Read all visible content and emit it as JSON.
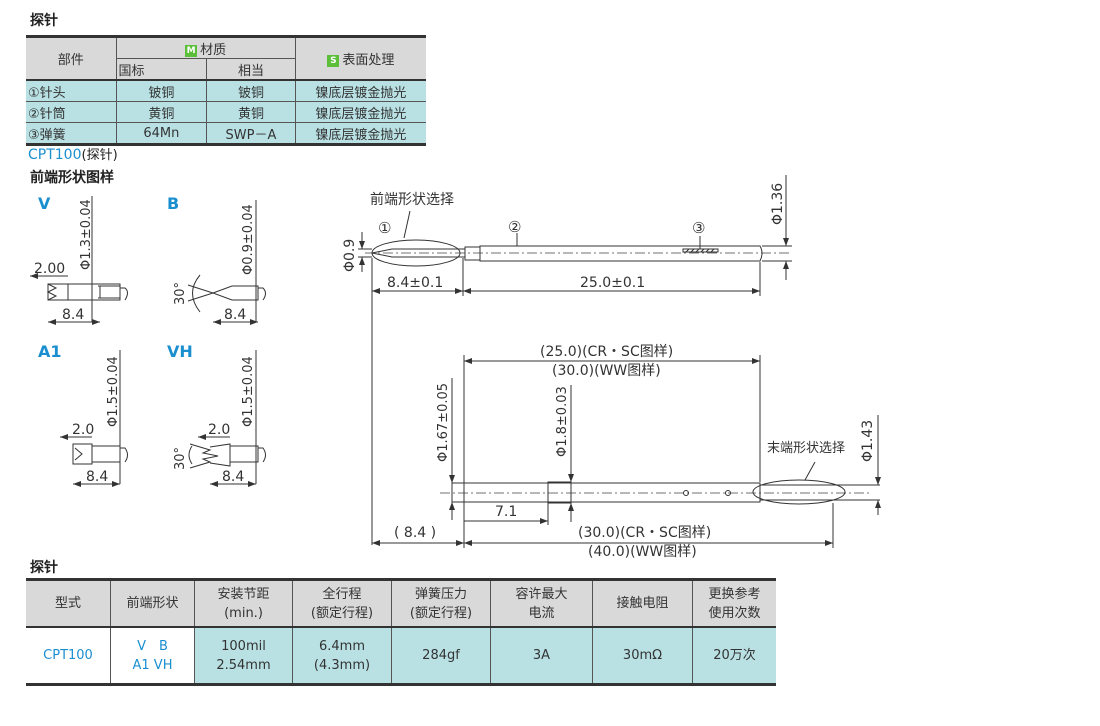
{
  "materials_section": {
    "title": "探针",
    "header": {
      "part": "部件",
      "material_badge": "M",
      "material": "材质",
      "gb": "国标",
      "equiv": "相当",
      "surface_badge": "S",
      "surface": "表面处理"
    },
    "rows": [
      {
        "part": "①针头",
        "gb": "铍铜",
        "equiv": "铍铜",
        "surface": "镍底层镀金抛光"
      },
      {
        "part": "②针筒",
        "gb": "黄铜",
        "equiv": "黄铜",
        "surface": "镍底层镀金抛光"
      },
      {
        "part": "③弹簧",
        "gb": "64Mn",
        "equiv": "SWP－A",
        "surface": "镍底层镀金抛光"
      }
    ]
  },
  "model_caption": {
    "model": "CPT100",
    "suffix": "(探针)"
  },
  "tip_shapes": {
    "title": "前端形状图样",
    "V": {
      "label": "V",
      "dia": "Φ1.3±0.04",
      "len1": "2.00",
      "len2": "8.4"
    },
    "B": {
      "label": "B",
      "dia": "Φ0.9±0.04",
      "angle": "30°",
      "len2": "8.4"
    },
    "A1": {
      "label": "A1",
      "dia": "Φ1.5±0.04",
      "len1": "2.0",
      "len2": "8.4"
    },
    "VH": {
      "label": "VH",
      "dia": "Φ1.5±0.04",
      "angle": "30°",
      "len1": "2.0",
      "len2": "8.4"
    }
  },
  "main_drawing": {
    "tip_select": "前端形状选择",
    "callout1": "①",
    "callout2": "②",
    "callout3": "③",
    "tip_dia": "Φ0.9",
    "barrel_dia": "Φ1.36",
    "len_tip": "8.4±0.1",
    "len_barrel": "25.0±0.1"
  },
  "socket_drawing": {
    "len_cr_sc_top": "(25.0)(CR・SC图样)",
    "len_ww_top": "(30.0)(WW图样)",
    "dia1": "Φ1.67±0.05",
    "dia2": "Φ1.8±0.03",
    "dia3": "Φ1.43",
    "tail_select": "末端形状选择",
    "len_collar": "7.1",
    "len_tip_ref": "( 8.4 )",
    "len_cr_sc_bottom": "(30.0)(CR・SC图样)",
    "len_ww_bottom": "(40.0)(WW图样)"
  },
  "spec_section": {
    "title": "探针",
    "headers": [
      "型式",
      "前端形状",
      "安装节距\n(min.)",
      "全行程\n(额定行程)",
      "弹簧压力\n(额定行程)",
      "容许最大\n电流",
      "接触电阻",
      "更换参考\n使用次数"
    ],
    "row": {
      "model": "CPT100",
      "shapes_line1": "V　B",
      "shapes_line2": "A1  VH",
      "pitch_line1": "100mil",
      "pitch_line2": "2.54mm",
      "stroke_line1": "6.4mm",
      "stroke_line2": "(4.3mm)",
      "force": "284gf",
      "current": "3A",
      "resistance": "30mΩ",
      "life": "20万次"
    }
  },
  "colors": {
    "accent_blue": "#1a8fd0",
    "header_gray": "#d9d9d9",
    "cell_cyan": "#b9e1e4",
    "badge_green": "#5cbf3a"
  }
}
